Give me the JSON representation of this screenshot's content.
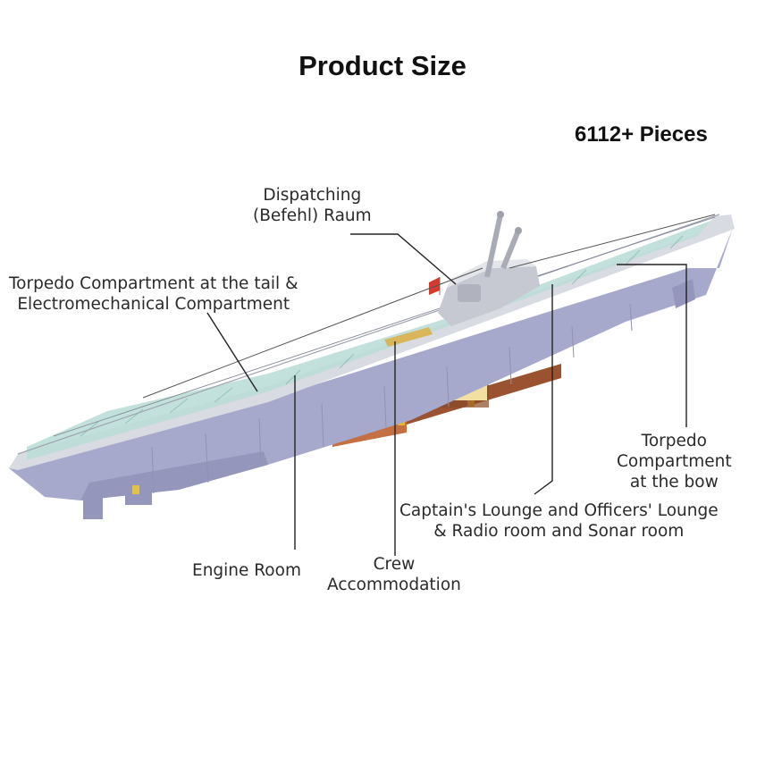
{
  "header": {
    "title": "Product Size",
    "pieces": "6112+ Pieces"
  },
  "labels": {
    "dispatching": [
      "Dispatching",
      "(Befehl) Raum"
    ],
    "torpedo_tail": [
      "Torpedo Compartment at the tail &",
      "Electromechanical Compartment"
    ],
    "torpedo_bow": [
      "Torpedo",
      "Compartment",
      "at the bow"
    ],
    "captains_lounge": [
      "Captain's Lounge and Officers' Lounge",
      "& Radio room and Sonar room"
    ],
    "engine_room": [
      "Engine Room"
    ],
    "crew": [
      "Crew",
      "Accommodation"
    ]
  },
  "colors": {
    "hull": "#a7a9cc",
    "deck": "#d9dbe2",
    "interior": "#b9dcd6",
    "stand": "#b4623a",
    "flag": "#d63a2c"
  }
}
